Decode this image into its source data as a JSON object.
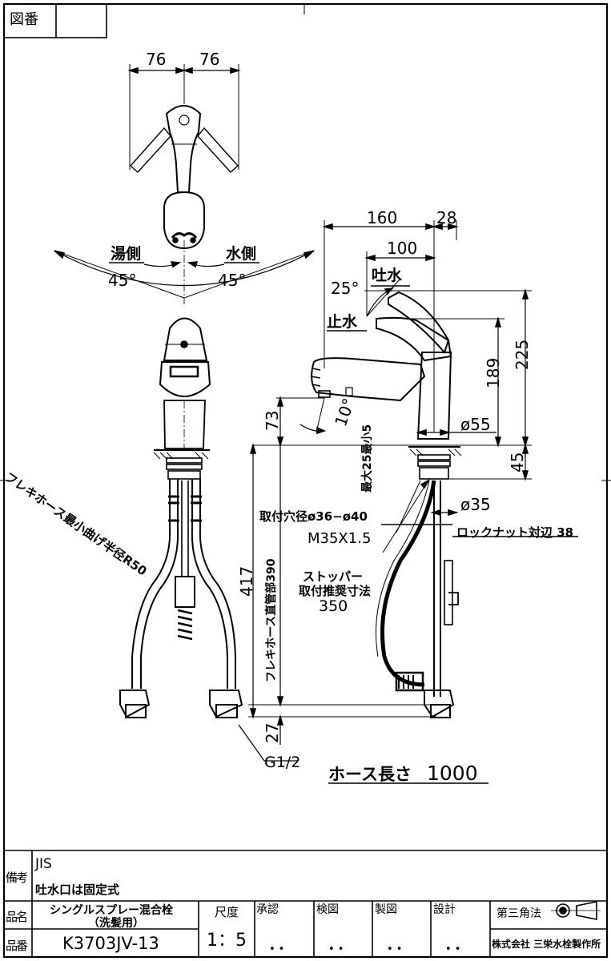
{
  "header": {
    "drawing_no_label": "図番",
    "drawing_no_value": ""
  },
  "top_view": {
    "dim_left": "76",
    "dim_right": "76",
    "hot_side": "湯側",
    "cold_side": "水側",
    "angle_left": "45°",
    "angle_right": "45°"
  },
  "side_view": {
    "dim_160": "160",
    "dim_28": "28",
    "dim_100": "100",
    "angle_25": "25°",
    "spout_water": "吐水",
    "stop_water": "止水",
    "dim_225": "225",
    "dim_189": "189",
    "dim_phi55": "ø55",
    "dim_73": "73",
    "angle_10": "10°",
    "max_min": "最大25最小5",
    "dim_45": "45",
    "dim_phi35": "ø35",
    "mount_hole": "取付穴径ø36−ø40",
    "thread": "M35X1.5",
    "locknut": "ロックナット対辺 38",
    "dim_417": "417",
    "hose_straight": "フレキホース直管部390",
    "stopper_1": "ストッパー",
    "stopper_2": "取付推奨寸法",
    "stopper_3": "350",
    "dim_27": "27",
    "g12": "G1/2",
    "hose_len_label": "ホース長さ",
    "hose_len_value": "1000",
    "flex_radius": "フレキホース最小曲げ半径R50"
  },
  "title_block": {
    "remarks_label": "備考",
    "remarks_1": "JIS",
    "remarks_2": "吐水口は固定式",
    "name_label": "品名",
    "name_1": "シングルスプレー混合栓",
    "name_2": "（洗髪用）",
    "scale_label": "尺度",
    "scale_value": "1：5",
    "approve": "承認",
    "inspect": "検図",
    "draft": "製図",
    "design": "設計",
    "projection": "第三角法",
    "part_label": "品番",
    "part_no": "K3703JV-13",
    "dots": "•   •",
    "company": "株式会社 三栄水栓製作所"
  }
}
